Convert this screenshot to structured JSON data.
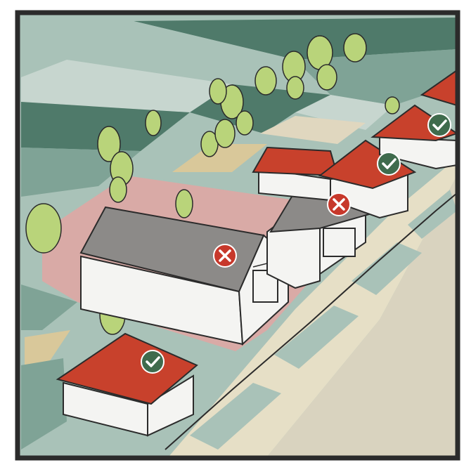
{
  "scene": {
    "colors": {
      "frame": "#2b2b2b",
      "field_dark": "#4f7a6a",
      "field_mid": "#7fa396",
      "field_light": "#a9c2b8",
      "field_pale": "#c7d6cf",
      "sand": "#d9c89a",
      "pink_lot": "#d9aaa6",
      "road": "#d9d3bf",
      "sidewalk": "#e6dfc6",
      "roof_red": "#c8412c",
      "roof_grey": "#8c8a88",
      "wall": "#f4f4f2",
      "tree": "#b9d47a",
      "ok_green": "#3f6b4d",
      "bad_red": "#c7382b"
    },
    "markers": [
      {
        "id": "house-front",
        "status": "approved",
        "icon": "check-icon"
      },
      {
        "id": "house-mid",
        "status": "approved",
        "icon": "check-icon"
      },
      {
        "id": "house-far",
        "status": "approved",
        "icon": "check-icon"
      },
      {
        "id": "barn-large",
        "status": "rejected",
        "icon": "cross-icon"
      },
      {
        "id": "building-gable",
        "status": "rejected",
        "icon": "cross-icon"
      }
    ]
  }
}
